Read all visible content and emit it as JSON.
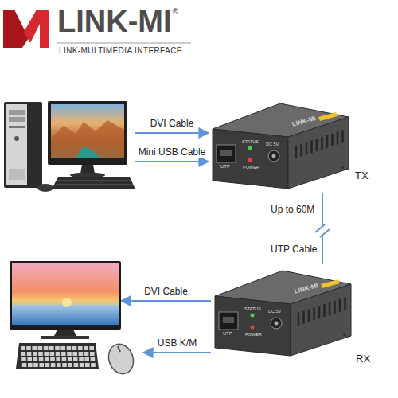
{
  "diagram": {
    "nodes": [
      {
        "text": []
      },
      {
        "text": [
          "LINK-MI",
          "UTP",
          "STATUS",
          "POWER",
          "DC 5V",
          "TX"
        ]
      },
      {
        "text": []
      },
      {
        "text": [
          "LINK-MI",
          "UTP",
          "STATUS",
          "POWER",
          "DC 5V",
          "RX"
        ]
      },
      {
        "text": []
      }
    ],
    "edges": [
      {
        "from": 0,
        "to": 1,
        "arrow": "to",
        "label": "DVI Cable"
      },
      {
        "from": 0,
        "to": 1,
        "arrow": "to",
        "label": "Mini USB Cable"
      },
      {
        "from": 1,
        "to": 3,
        "arrow": "none",
        "label": "Up to 60M"
      },
      {
        "from": 3,
        "to": 2,
        "arrow": "to",
        "label": "DVI Cable"
      },
      {
        "from": 3,
        "to": 4,
        "arrow": "to",
        "label": "USB K/M"
      }
    ],
    "labels": [
      "LINK-MI",
      "®",
      "LINK-MULTIMEDIA INTERFACE",
      "UTP Cable"
    ]
  }
}
